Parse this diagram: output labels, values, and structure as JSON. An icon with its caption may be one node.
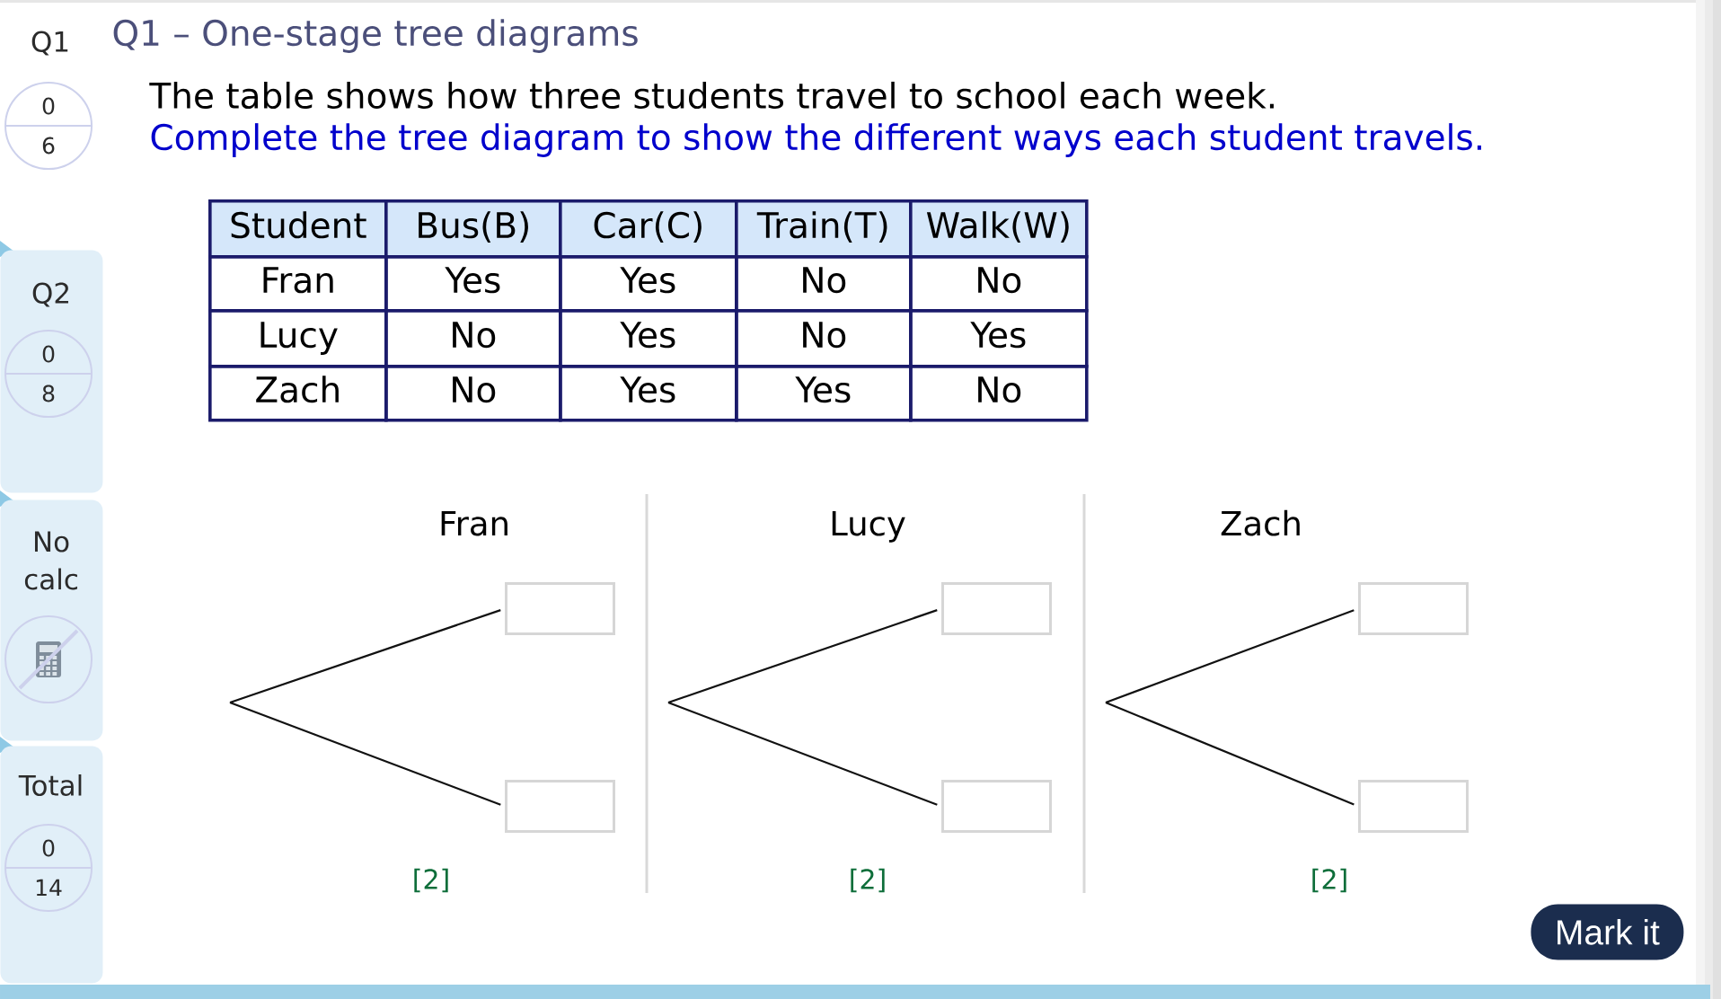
{
  "diagram": {
    "title": "Q1 – One-stage tree diagrams",
    "nodes": [
      {
        "text": [
          "0",
          "6"
        ],
        "beside": [
          "Q1"
        ]
      },
      {
        "text": [
          "Q2"
        ]
      },
      {
        "text": [
          "0",
          "8"
        ],
        "in": 1
      },
      {
        "text": [
          "No calc"
        ]
      },
      {
        "text": [],
        "shape": "circle",
        "in": 3
      },
      {
        "text": [
          "Total"
        ]
      },
      {
        "text": [
          "0",
          "14"
        ],
        "in": 5
      },
      {
        "text": [],
        "shape": "box"
      },
      {
        "text": [],
        "shape": "box"
      },
      {
        "text": [],
        "shape": "box"
      },
      {
        "text": [],
        "shape": "box"
      },
      {
        "text": [],
        "shape": "box"
      },
      {
        "text": [],
        "shape": "box"
      },
      {
        "text": [
          "Mark it"
        ]
      }
    ],
    "edges": [
      {
        "from": null,
        "to": 7,
        "arrow": "none"
      },
      {
        "from": null,
        "to": 8,
        "arrow": "none"
      },
      {
        "from": null,
        "to": 9,
        "arrow": "none"
      },
      {
        "from": null,
        "to": 10,
        "arrow": "none"
      },
      {
        "from": null,
        "to": 11,
        "arrow": "none"
      },
      {
        "from": null,
        "to": 12,
        "arrow": "none"
      }
    ],
    "labels": [
      "The table shows how three students travel to school each week.",
      "Complete the tree diagram to show the different ways each student travels.",
      "Student",
      "Bus(B)",
      "Car(C)",
      "Train(T)",
      "Walk(W)",
      "Fran",
      "Yes",
      "Yes",
      "No",
      "No",
      "Lucy",
      "No",
      "Yes",
      "No",
      "Yes",
      "Zach",
      "No",
      "Yes",
      "Yes",
      "No",
      "Fran",
      "Lucy",
      "Zach",
      "[2]",
      "[2]",
      "[2]"
    ]
  }
}
